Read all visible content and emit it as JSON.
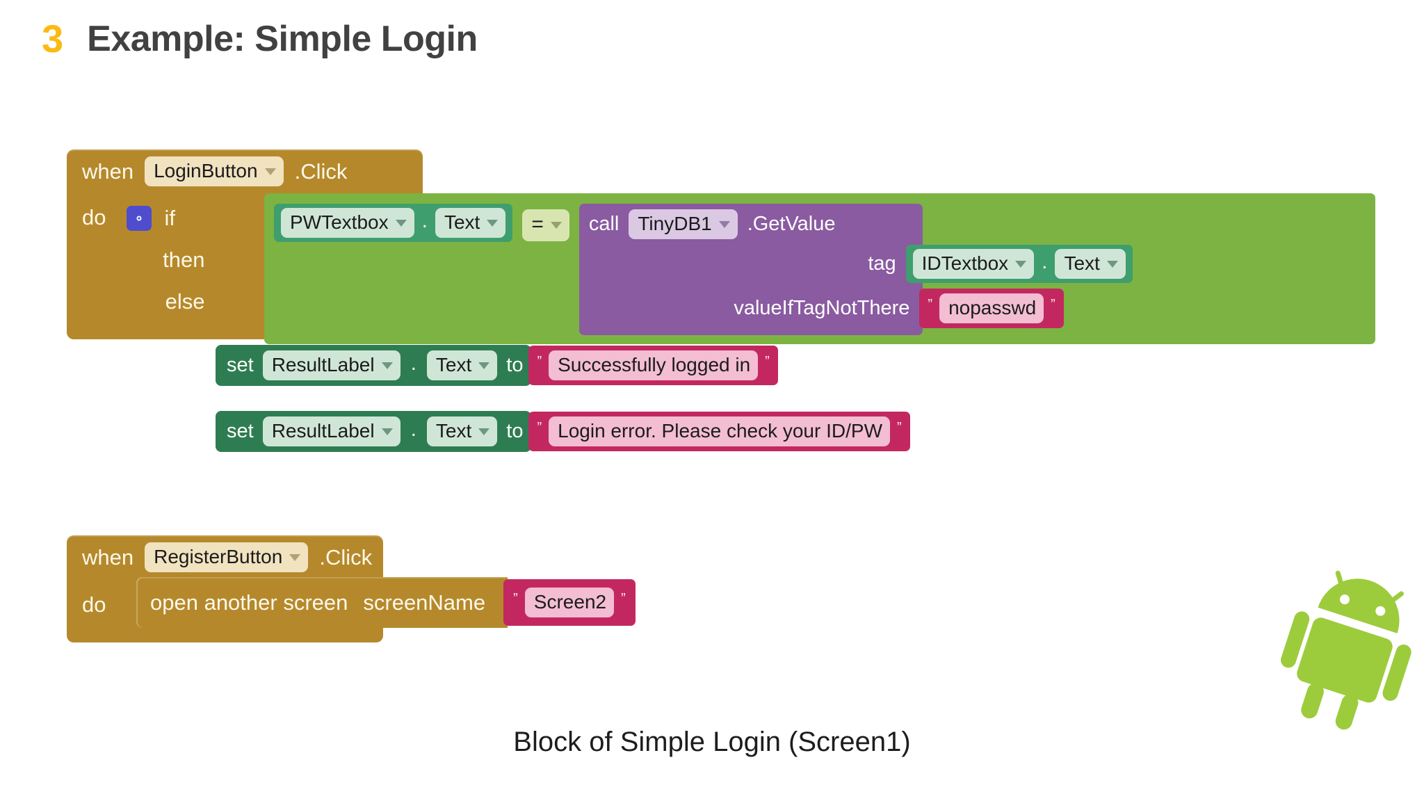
{
  "slide": {
    "number": "3",
    "title": "Example: Simple Login",
    "caption": "Block of Simple Login (Screen1)",
    "accent_color": "#FCB912",
    "title_color": "#414141"
  },
  "colors": {
    "event_gold": "#b5892b",
    "control_gold": "#b5892b",
    "logic_green": "#7cb342",
    "getter_green": "#3f9e6e",
    "setter_green": "#2e7d52",
    "tinydb_purple": "#8a5ba0",
    "text_magenta": "#c2285f",
    "gear_blue": "#4f4ccd"
  },
  "blocks": {
    "login_event": {
      "when_label": "when",
      "component": "LoginButton",
      "event": ".Click",
      "do_label": "do",
      "if_label": "if",
      "then_label": "then",
      "else_label": "else",
      "gear_icon": "mutator-gear-icon",
      "condition": {
        "left_getter": {
          "component": "PWTextbox",
          "separator": ".",
          "property": "Text"
        },
        "operator": "=",
        "right_call": {
          "call_label": "call",
          "component": "TinyDB1",
          "method": ".GetValue",
          "args": [
            {
              "name": "tag",
              "value_getter": {
                "component": "IDTextbox",
                "separator": ".",
                "property": "Text"
              }
            },
            {
              "name": "valueIfTagNotThere",
              "value_text": "nopasswd"
            }
          ]
        }
      },
      "then_statement": {
        "set_label": "set",
        "component": "ResultLabel",
        "separator": ".",
        "property": "Text",
        "to_label": "to",
        "value_text": "Successfully logged in"
      },
      "else_statement": {
        "set_label": "set",
        "component": "ResultLabel",
        "separator": ".",
        "property": "Text",
        "to_label": "to",
        "value_text": "Login error. Please check your ID/PW"
      }
    },
    "register_event": {
      "when_label": "when",
      "component": "RegisterButton",
      "event": ".Click",
      "do_label": "do",
      "statement": {
        "label": "open another screen",
        "arg_name": "screenName",
        "value_text": "Screen2"
      }
    }
  },
  "quote_glyph": "”"
}
